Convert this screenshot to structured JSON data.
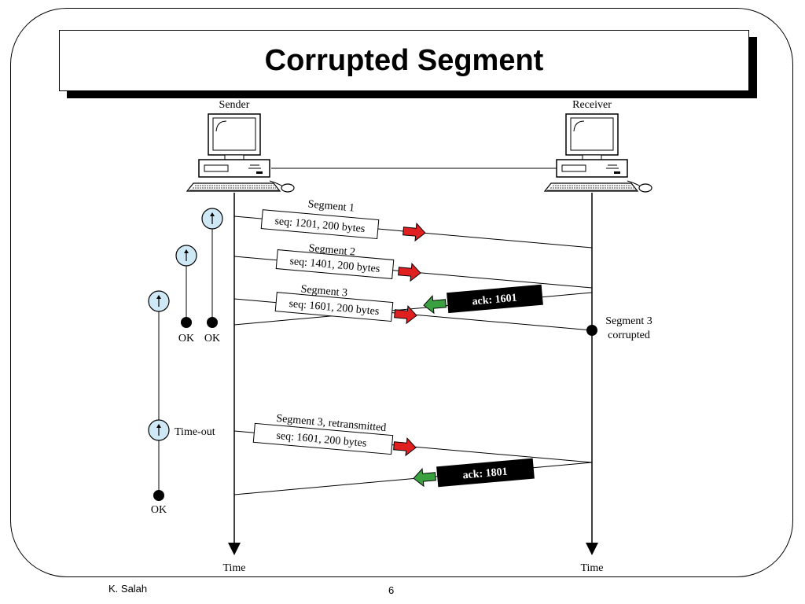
{
  "slide": {
    "title": "Corrupted Segment",
    "author": "K. Salah",
    "page_number": "6"
  },
  "hosts": {
    "sender": "Sender",
    "receiver": "Receiver"
  },
  "time_label": "Time",
  "segments": [
    {
      "title": "Segment 1",
      "info": "seq: 1201, 200 bytes"
    },
    {
      "title": "Segment 2",
      "info": "seq: 1401, 200 bytes"
    },
    {
      "title": "Segment 3",
      "info": "seq: 1601, 200 bytes"
    },
    {
      "title": "Segment 3, retransmitted",
      "info": "seq: 1601, 200 bytes"
    }
  ],
  "acks": [
    "ack: 1601",
    "ack: 1801"
  ],
  "annotations": {
    "corrupted_line1": "Segment 3",
    "corrupted_line2": "corrupted",
    "ok": "OK",
    "timeout": "Time-out"
  },
  "colors": {
    "segment_arrow": "#e02020",
    "ack_arrow": "#3aa040",
    "timer_fill": "#cfe8f5",
    "ack_box": "#000000"
  }
}
